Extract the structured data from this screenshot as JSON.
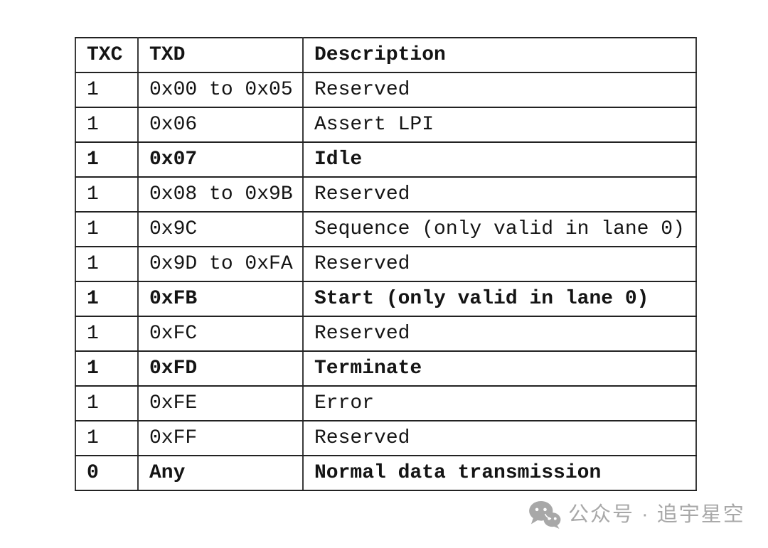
{
  "table": {
    "headers": [
      "TXC",
      "TXD",
      "Description"
    ],
    "rows": [
      {
        "txc": "1",
        "txd": "0x00 to 0x05",
        "desc": "Reserved",
        "bold": false
      },
      {
        "txc": "1",
        "txd": "0x06",
        "desc": "Assert LPI",
        "bold": false
      },
      {
        "txc": "1",
        "txd": "0x07",
        "desc": "Idle",
        "bold": true
      },
      {
        "txc": "1",
        "txd": "0x08 to 0x9B",
        "desc": "Reserved",
        "bold": false
      },
      {
        "txc": "1",
        "txd": "0x9C",
        "desc": "Sequence (only valid in lane 0)",
        "bold": false
      },
      {
        "txc": "1",
        "txd": "0x9D to 0xFA",
        "desc": "Reserved",
        "bold": false
      },
      {
        "txc": "1",
        "txd": "0xFB",
        "desc": "Start (only valid in lane 0)",
        "bold": true
      },
      {
        "txc": "1",
        "txd": "0xFC",
        "desc": "Reserved",
        "bold": false
      },
      {
        "txc": "1",
        "txd": "0xFD",
        "desc": "Terminate",
        "bold": true
      },
      {
        "txc": "1",
        "txd": "0xFE",
        "desc": "Error",
        "bold": false
      },
      {
        "txc": "1",
        "txd": "0xFF",
        "desc": "Reserved",
        "bold": false
      },
      {
        "txc": "0",
        "txd": "Any",
        "desc": "Normal data transmission",
        "bold": true
      }
    ]
  },
  "watermark": {
    "icon": "wechat-icon",
    "text": "公众号 · 追宇星空",
    "color": "#a8a8a8"
  },
  "colors": {
    "background": "#ffffff",
    "border": "#222222",
    "text": "#141414",
    "watermark": "#a8a8a8"
  }
}
